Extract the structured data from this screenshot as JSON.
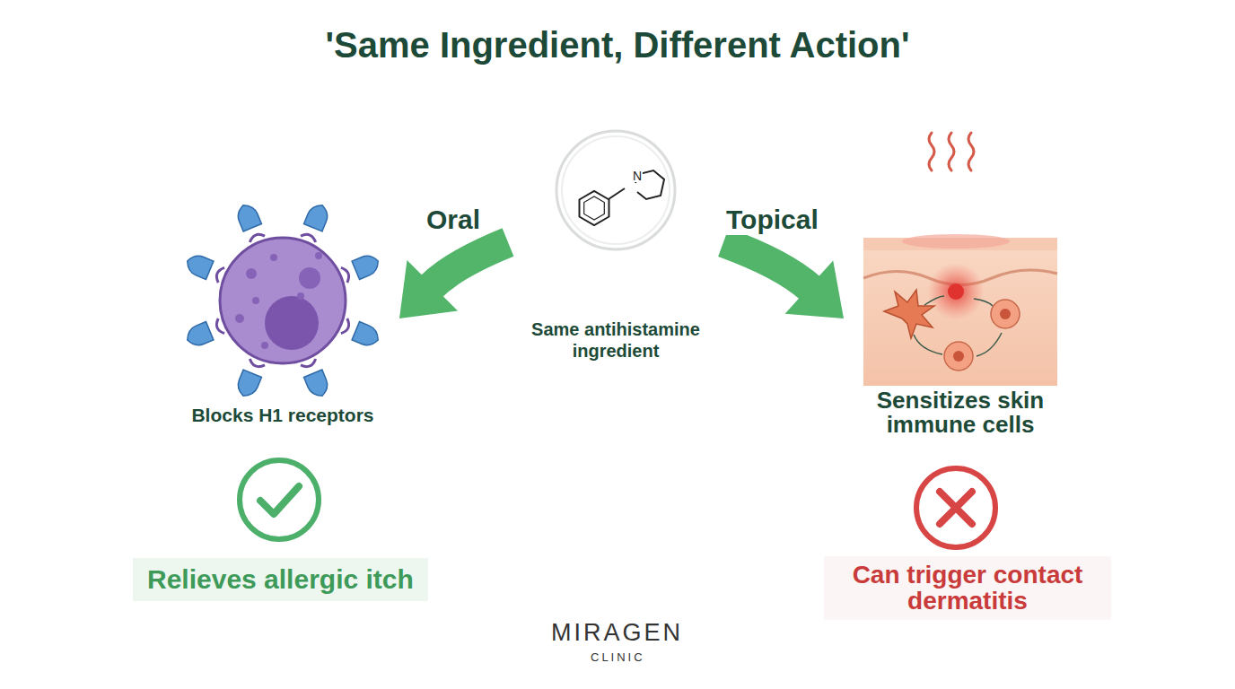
{
  "diagram": {
    "title": "'Same Ingredient, Different Action'",
    "nodes": [
      {
        "text": [
          "Same antihistamine ingredient"
        ]
      },
      {
        "text": [
          "Blocks H1 receptors"
        ]
      },
      {
        "text": [
          "Sensitizes skin immune cells"
        ]
      },
      {
        "text": [
          "Relieves allergic itch"
        ]
      },
      {
        "text": [
          "Can trigger contact dermatitis"
        ]
      }
    ],
    "edges": [
      {
        "from": 0,
        "to": 1,
        "label": "Oral",
        "arrow": "to"
      },
      {
        "from": 0,
        "to": 2,
        "label": "Topical",
        "arrow": "to"
      }
    ],
    "labels": [
      "N",
      "MIRAGEN",
      "CLINIC"
    ]
  }
}
